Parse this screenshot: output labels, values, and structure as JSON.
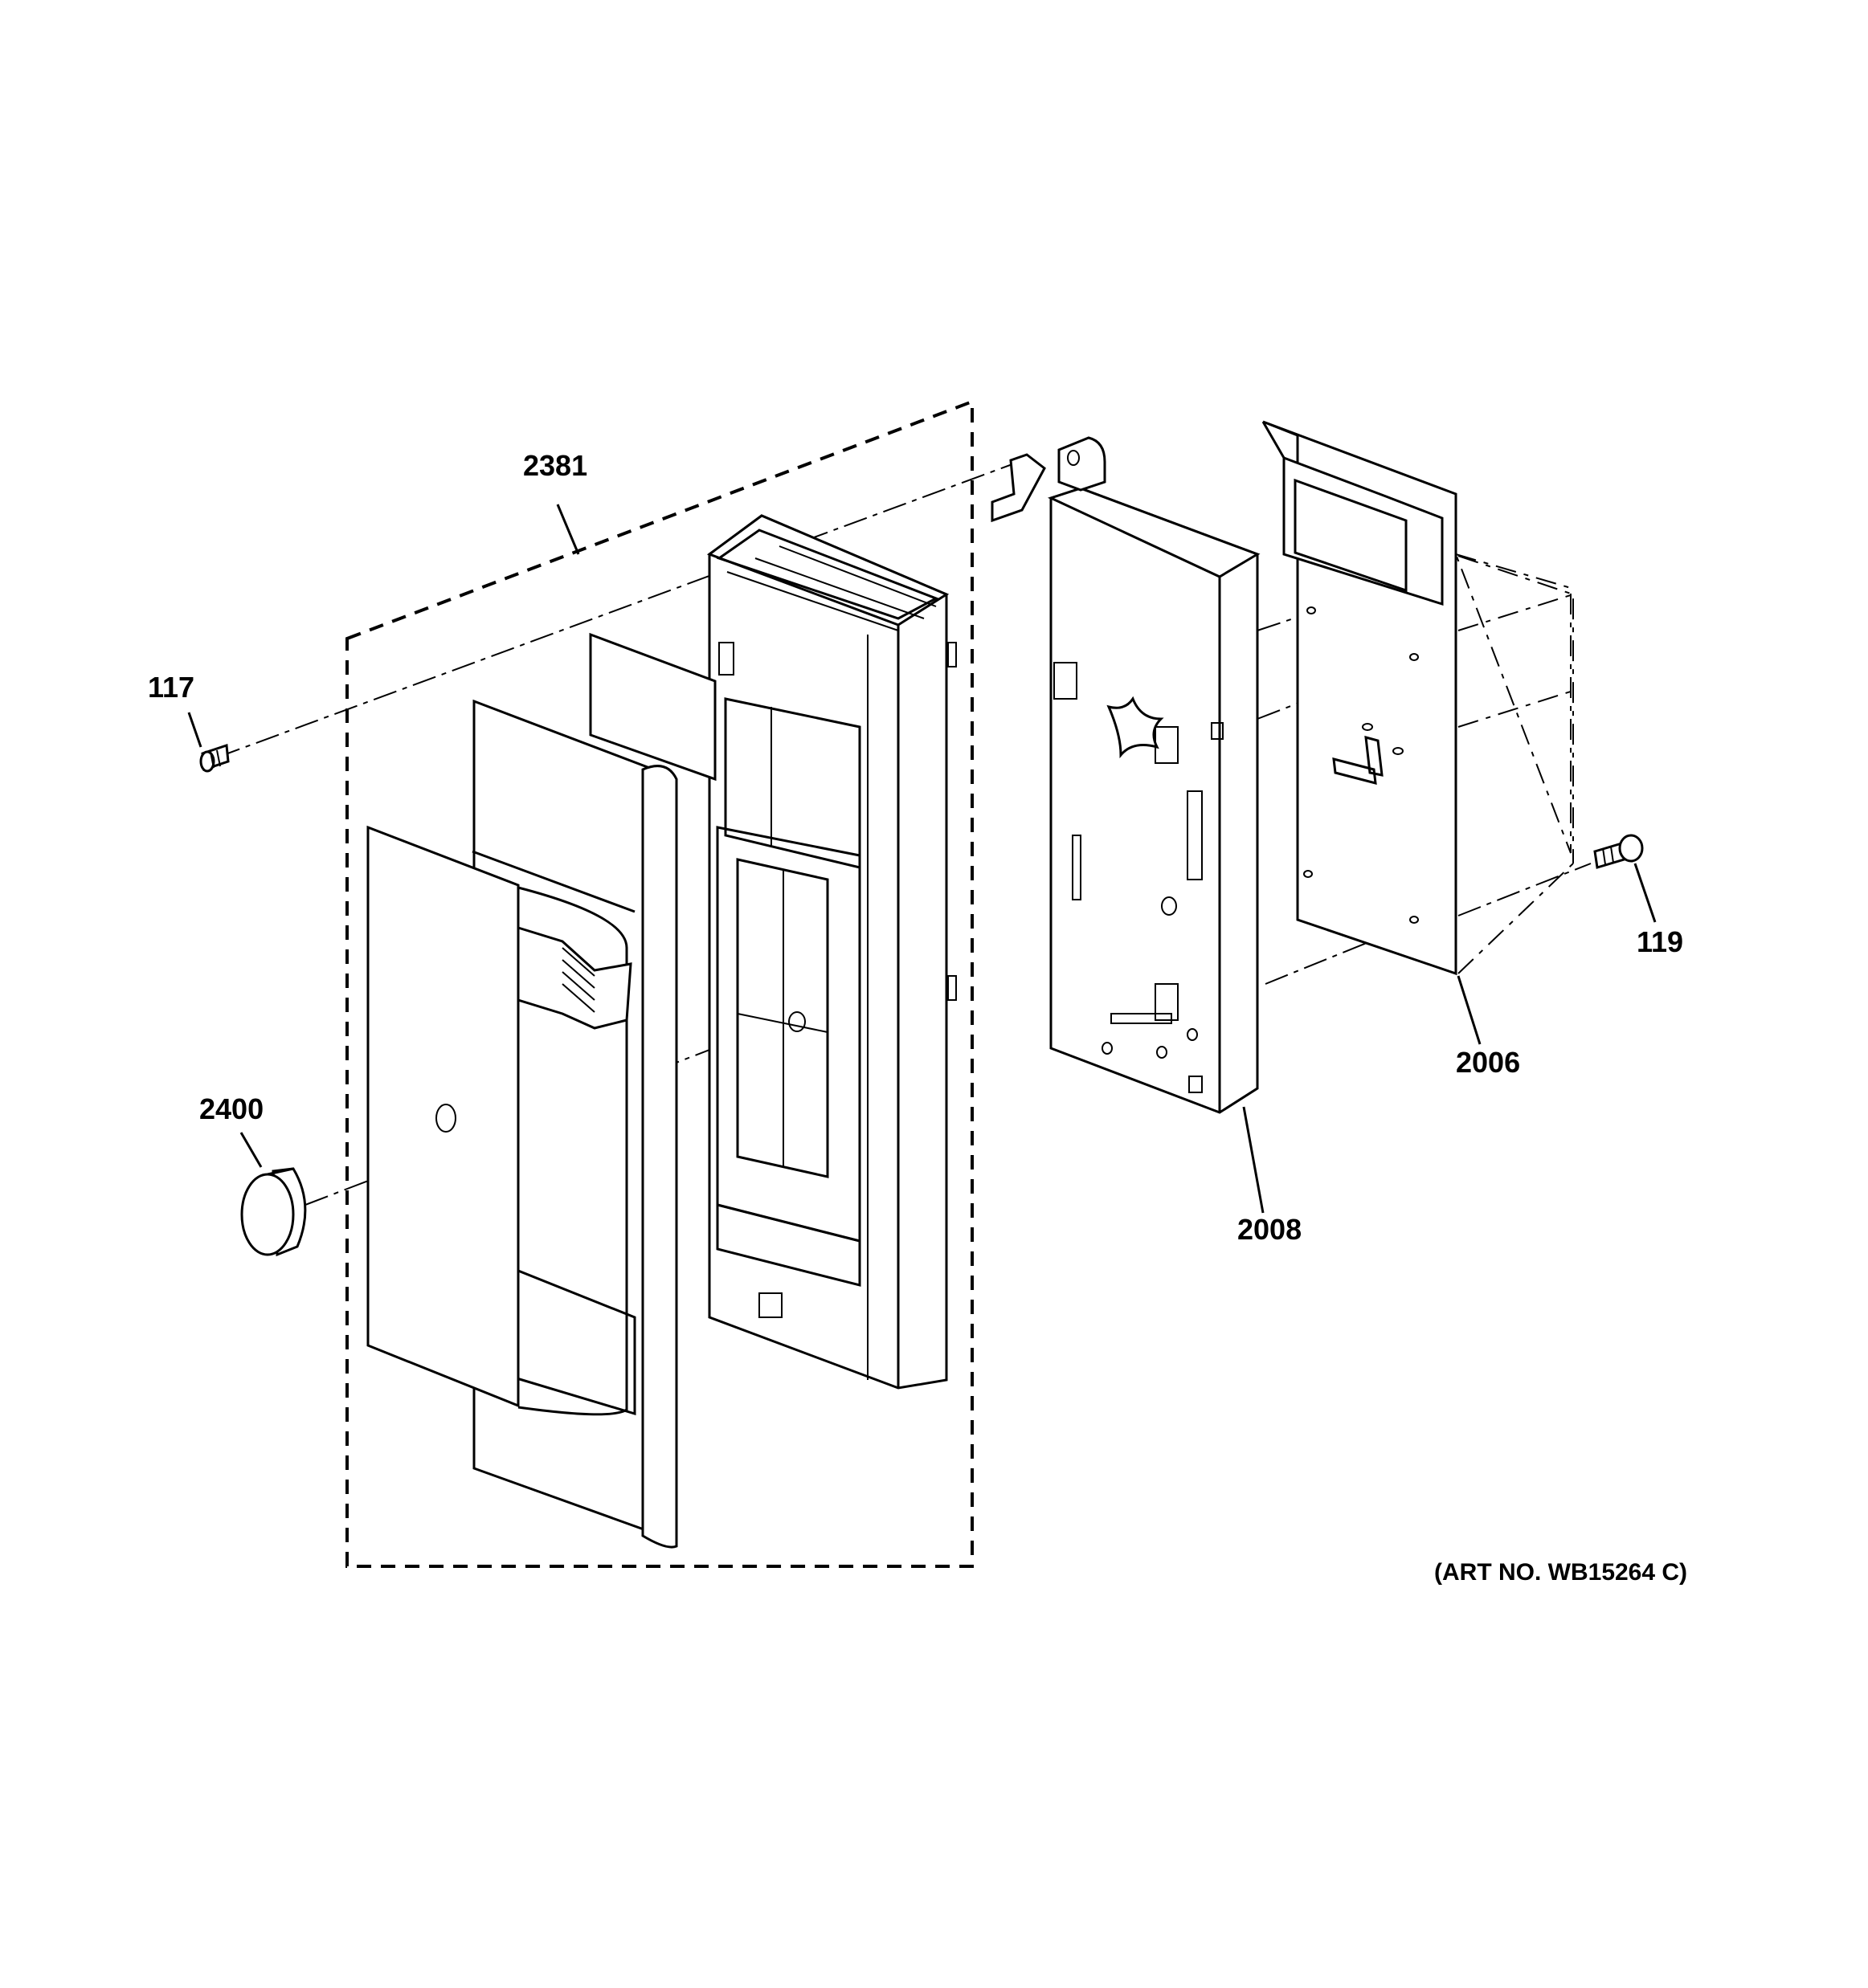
{
  "diagram": {
    "part_labels": [
      {
        "id": "2381"
      },
      {
        "id": "117"
      },
      {
        "id": "2400"
      },
      {
        "id": "119"
      },
      {
        "id": "2006"
      },
      {
        "id": "2008"
      }
    ],
    "art_number": "(ART NO. WB15264 C)"
  }
}
